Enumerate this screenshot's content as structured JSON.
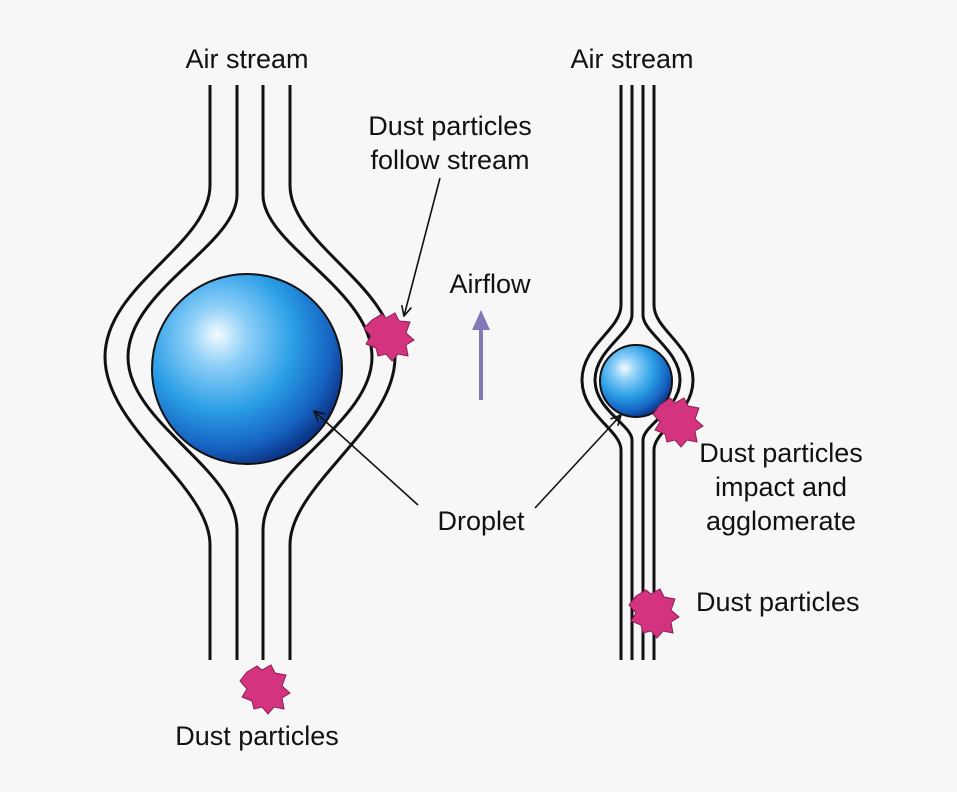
{
  "diagram": {
    "left": {
      "top_label": "Air stream",
      "note_label_1": "Dust particles",
      "note_label_2": "follow stream",
      "bottom_label": "Dust particles"
    },
    "center": {
      "airflow_label": "Airflow",
      "droplet_label": "Droplet"
    },
    "right": {
      "top_label": "Air stream",
      "note_label_1": "Dust particles",
      "note_label_2": "impact and",
      "note_label_3": "agglomerate",
      "bottom_label": "Dust particles"
    }
  },
  "colors": {
    "droplet_light": "#eaf6ff",
    "droplet_mid": "#2a9ee6",
    "droplet_dark": "#0a2a7a",
    "dust": "#d4337f",
    "airflow_arrow": "#8378b8",
    "streamline": "#111111"
  },
  "icons": {
    "droplet": "sphere",
    "dust": "irregular-particle",
    "airflow": "up-arrow"
  }
}
